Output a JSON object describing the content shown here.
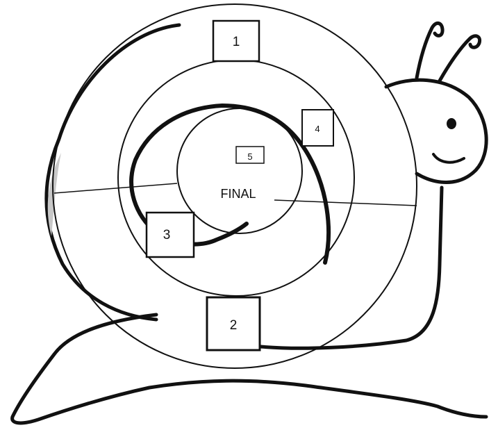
{
  "diagram": {
    "center_label": "FINAL",
    "boxes": [
      {
        "label": "1"
      },
      {
        "label": "2"
      },
      {
        "label": "3"
      },
      {
        "label": "4"
      },
      {
        "label": "5"
      }
    ]
  },
  "colors": {
    "ink": "#111111",
    "background": "#ffffff",
    "shell_shadow": "#c8c8c8"
  }
}
